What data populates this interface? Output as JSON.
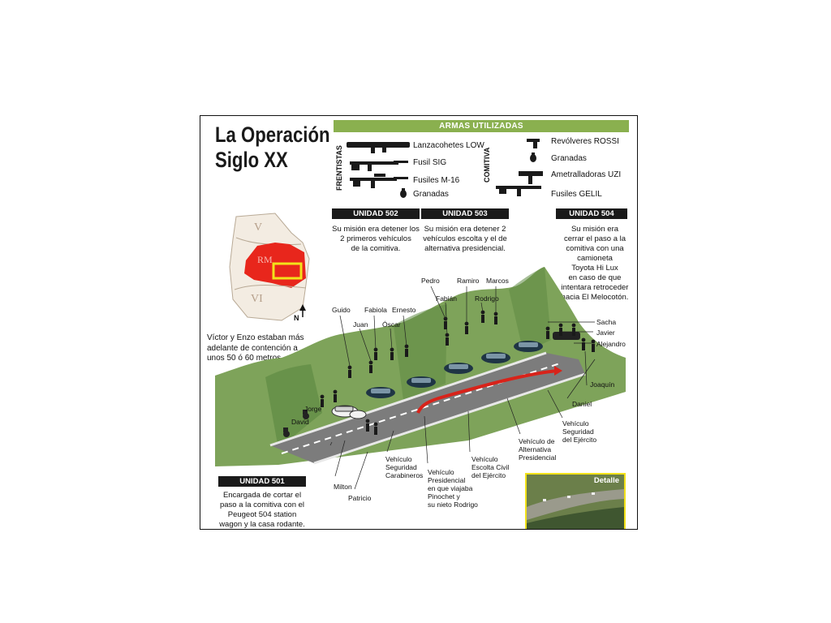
{
  "title_line1": "La Operación",
  "title_line2": "Siglo XX",
  "weapons_header": "ARMAS UTILIZADAS",
  "frentistas": {
    "label": "FRENTISTAS",
    "weapons": [
      "Lanzacohetes LOW",
      "Fusil SIG",
      "Fusiles M-16",
      "Granadas"
    ]
  },
  "comitiva": {
    "label": "COMITIVA",
    "weapons": [
      "Revólveres ROSSI",
      "Granadas",
      "Ametralladoras UZI",
      "Fusiles GELIL"
    ]
  },
  "units": {
    "u502": {
      "name": "UNIDAD 502",
      "lines": [
        "Su misión era detener los",
        "2 primeros vehículos",
        "de la comitiva."
      ]
    },
    "u503": {
      "name": "UNIDAD 503",
      "lines": [
        "Su misión era detener 2",
        "vehículos escolta y el de",
        "alternativa presidencial."
      ]
    },
    "u504": {
      "name": "UNIDAD 504",
      "lines": [
        "Su misión era",
        "cerrar el paso a la",
        "comitiva con una",
        "camioneta",
        "Toyota Hi Lux",
        "en caso de que",
        "intentara retroceder",
        "hacia El Melocotón."
      ]
    },
    "u501": {
      "name": "UNIDAD 501",
      "lines": [
        "Encargada de cortar el",
        "paso a la comitiva con el",
        "Peugeot 504 station",
        "wagon y la casa rodante."
      ]
    }
  },
  "map": {
    "region_v": "V",
    "region_rm": "RM",
    "region_vi": "VI",
    "north": "N",
    "colors": {
      "rm": "#e8261c",
      "highlight": "#f2e21a",
      "land": "#f3ece2"
    }
  },
  "note_lines": [
    "Víctor y Enzo estaban más",
    "adelante de contención a",
    "unos 50 ó 60 metros."
  ],
  "names": {
    "guido": "Guido",
    "fabiola": "Fabiola",
    "ernesto": "Ernesto",
    "juan": "Juan",
    "oscar": "Óscar",
    "pedro": "Pedro",
    "ramiro": "Ramiro",
    "marcos": "Marcos",
    "fabian": "Fabián",
    "rodrigo": "Rodrigo",
    "sacha": "Sacha",
    "javier": "Javier",
    "alejandro": "Alejandro",
    "joaquin": "Joaquín",
    "daniel": "Daniel",
    "jorge": "Jorge",
    "david": "David",
    "milton": "Milton",
    "patricio": "Patricio"
  },
  "vehicles": {
    "carabineros": [
      "Vehículo",
      "Seguridad",
      "Carabineros"
    ],
    "presidencial": [
      "Vehículo",
      "Presidencial",
      "en que viajaba",
      "Pinochet y",
      "su nieto Rodrigo"
    ],
    "escolta_civil": [
      "Vehículo",
      "Escolta Civil",
      "del Ejército"
    ],
    "alternativa": [
      "Vehículo de",
      "Alternativa",
      "Presidencial"
    ],
    "seguridad_ejercito": [
      "Vehículo",
      "Seguridad",
      "del Ejército"
    ]
  },
  "detail_label": "Detalle",
  "colors": {
    "green_bar": "#8ab04f",
    "mountain": "#7ea35a",
    "mountain_dark": "#5f8a43",
    "road": "#7c7c7c",
    "route": "#d8231a"
  }
}
